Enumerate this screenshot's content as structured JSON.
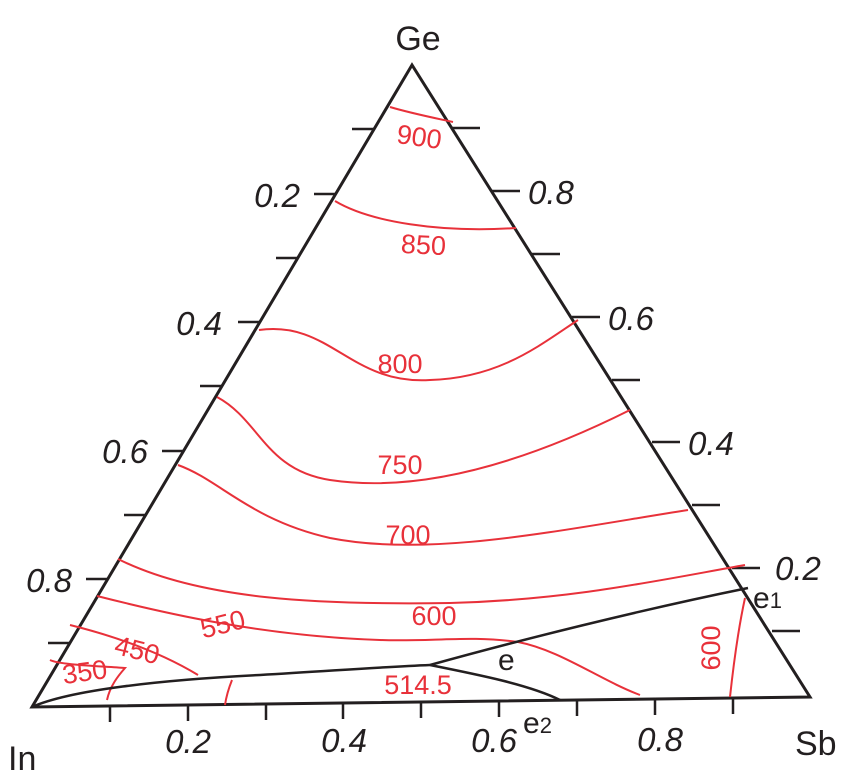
{
  "diagram": {
    "vertices": {
      "top": "Ge",
      "left": "In",
      "right": "Sb"
    },
    "left_axis_ticks": [
      "0.2",
      "0.4",
      "0.6",
      "0.8"
    ],
    "right_axis_ticks": [
      "0.8",
      "0.6",
      "0.4",
      "0.2"
    ],
    "bottom_axis_ticks": [
      "0.2",
      "0.4",
      "0.6",
      "0.8"
    ],
    "isotherms": [
      "900",
      "850",
      "800",
      "750",
      "700",
      "600",
      "550",
      "450",
      "350",
      "514.5",
      "600"
    ],
    "invariant_points": {
      "e": "e",
      "e1_base": "e",
      "e1_sub": "1",
      "e2_base": "e",
      "e2_sub": "2"
    },
    "colors": {
      "isotherm": "#e8313a",
      "frame": "#231f20"
    }
  }
}
